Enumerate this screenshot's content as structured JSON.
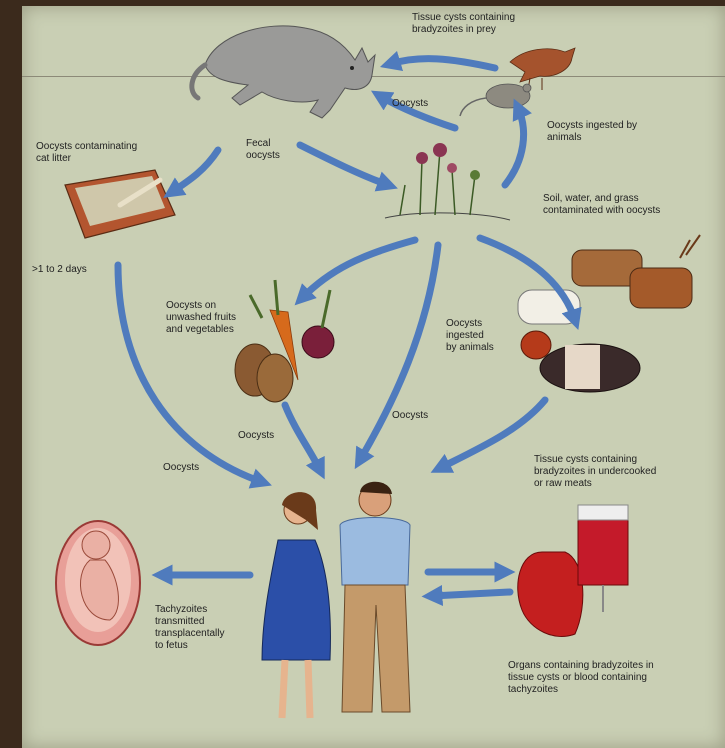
{
  "colors": {
    "background": "#c9cfb4",
    "frame": "#3b2a1c",
    "arrow": "#4f7bbd",
    "text": "#222222"
  },
  "labels": {
    "tissue_cysts_prey": "Tissue cysts containing\nbradyzoites in prey",
    "oocysts_top": "Oocysts",
    "oocysts_ingested_animals": "Oocysts ingested by\nanimals",
    "fecal_oocysts": "Fecal\noocysts",
    "cat_litter": "Oocysts contaminating\ncat litter",
    "soil_water_grass": "Soil, water, and grass\ncontaminated with oocysts",
    "days": ">1 to 2 days",
    "unwashed_produce": "Oocysts on\nunwashed fruits\nand vegetables",
    "oocysts_ingested_by_animals": "Oocysts\ningested\nby animals",
    "oocysts_center": "Oocysts",
    "oocysts_produce": "Oocysts",
    "oocysts_left": "Oocysts",
    "tissue_cysts_meat": "Tissue cysts containing\nbradyzoites in undercooked\nor raw meats",
    "tachyzoites_fetus": "Tachyzoites\ntransmitted\ntransplacentally\nto fetus",
    "organs_blood": "Organs containing bradyzoites in\ntissue cysts or blood containing\ntachyzoites"
  }
}
